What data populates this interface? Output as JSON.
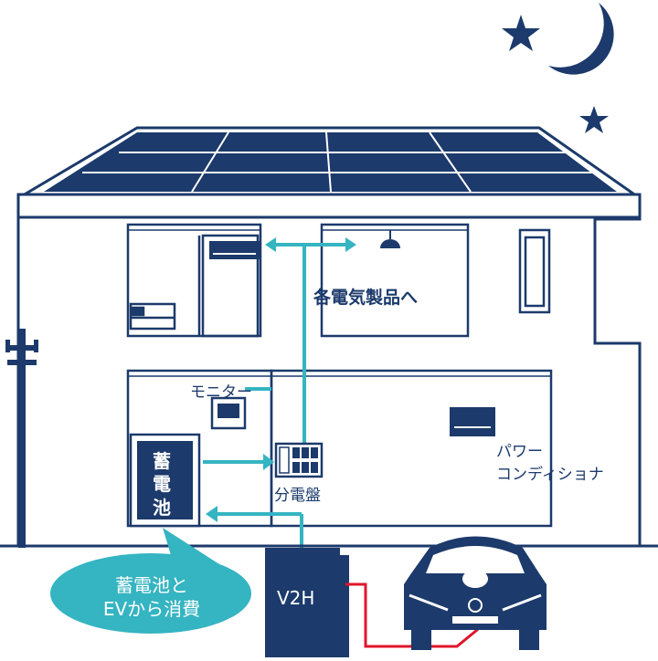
{
  "labels": {
    "appliances": "各電気製品へ",
    "monitor": "モニター",
    "distribution_panel": "分電盤",
    "power_conditioner_line1": "パワー",
    "power_conditioner_line2": "コンディショナ",
    "battery_chars": [
      "蓄",
      "電",
      "池"
    ],
    "v2h": "V2H",
    "bubble_line1": "蓄電池と",
    "bubble_line2": "EVから消費"
  },
  "icons": [
    "moon-icon",
    "star-icon",
    "solar-panel-icon",
    "utility-pole-icon",
    "air-conditioner-icon",
    "ceiling-light-icon",
    "bed-icon",
    "ev-car-icon"
  ],
  "colors": {
    "navy": "#1c3a6b",
    "teal": "#35b4c2",
    "cable_red": "#e0162b",
    "white": "#ffffff"
  }
}
